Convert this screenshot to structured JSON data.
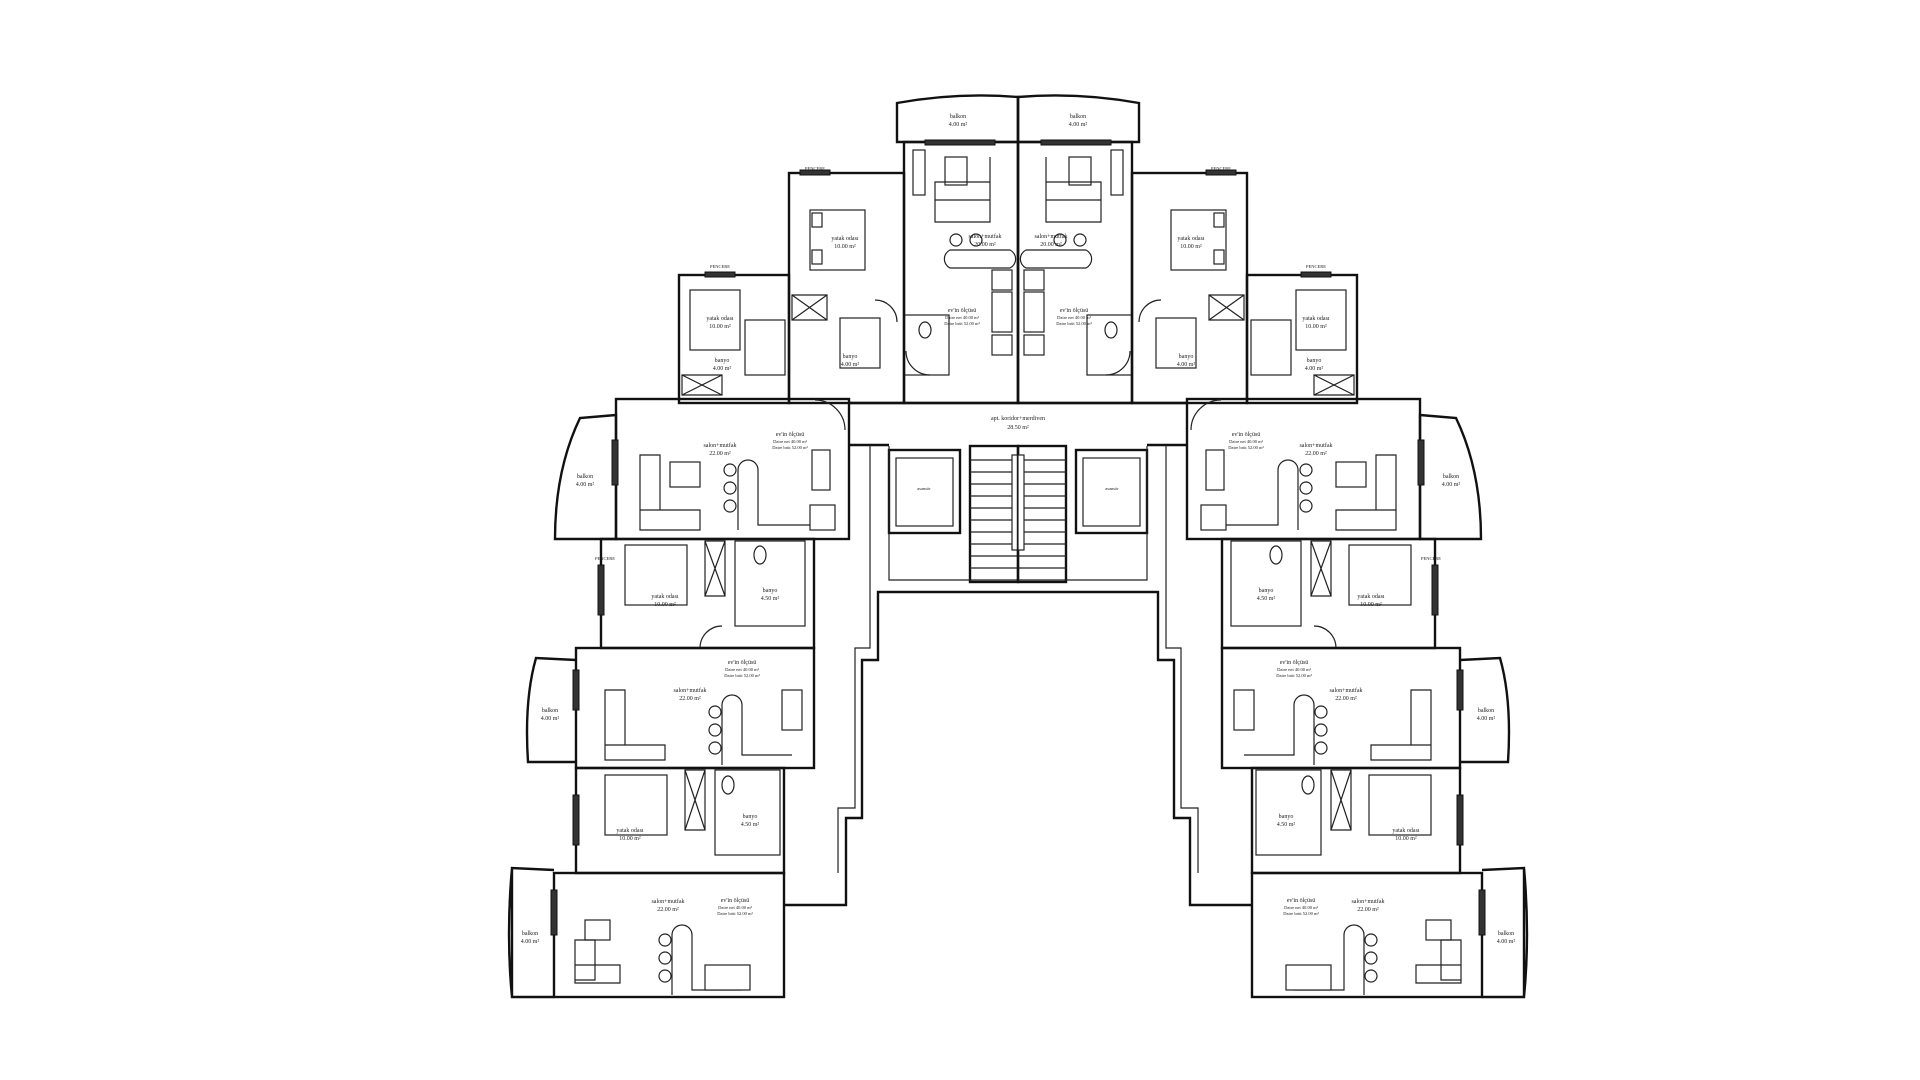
{
  "plan": {
    "line_color": "#111111",
    "background": "#ffffff",
    "window_tag": "PENCERE",
    "core": {
      "hall_label": "apt. koridor+merdiven",
      "hall_area": "28.50 m²",
      "elevator_left": "asansör",
      "elevator_right": "asansör"
    },
    "left_rooms": [
      {
        "name": "balkon",
        "area": "4.00 m²"
      },
      {
        "name": "salon+mutfak",
        "area": "20.00 m²"
      },
      {
        "name": "yatak odası",
        "area": "10.00 m²"
      },
      {
        "name": "yatak odası",
        "area": "10.00 m²"
      },
      {
        "name": "banyo",
        "area": "4.00 m²"
      },
      {
        "name": "banyo",
        "area": "4.00 m²"
      },
      {
        "name": "salon+mutfak",
        "area": "22.00 m²"
      },
      {
        "name": "balkon",
        "area": "4.00 m²"
      },
      {
        "name": "yatak odası",
        "area": "10.00 m²"
      },
      {
        "name": "banyo",
        "area": "4.50 m²"
      },
      {
        "name": "salon+mutfak",
        "area": "22.00 m²"
      },
      {
        "name": "balkon",
        "area": "4.00 m²"
      },
      {
        "name": "yatak odası",
        "area": "10.00 m²"
      },
      {
        "name": "banyo",
        "area": "4.50 m²"
      },
      {
        "name": "salon+mutfak",
        "area": "22.00 m²"
      },
      {
        "name": "balkon",
        "area": "4.00 m²"
      }
    ],
    "right_rooms": [
      {
        "name": "balkon",
        "area": "4.00 m²"
      },
      {
        "name": "salon+mutfak",
        "area": "20.00 m²"
      },
      {
        "name": "yatak odası",
        "area": "10.00 m²"
      },
      {
        "name": "yatak odası",
        "area": "10.00 m²"
      },
      {
        "name": "banyo",
        "area": "4.00 m²"
      },
      {
        "name": "banyo",
        "area": "4.00 m²"
      },
      {
        "name": "salon+mutfak",
        "area": "22.00 m²"
      },
      {
        "name": "balkon",
        "area": "4.00 m²"
      },
      {
        "name": "yatak odası",
        "area": "10.00 m²"
      },
      {
        "name": "banyo",
        "area": "4.50 m²"
      },
      {
        "name": "salon+mutfak",
        "area": "22.00 m²"
      },
      {
        "name": "balkon",
        "area": "4.00 m²"
      },
      {
        "name": "yatak odası",
        "area": "10.00 m²"
      },
      {
        "name": "banyo",
        "area": "4.50 m²"
      },
      {
        "name": "salon+mutfak",
        "area": "22.00 m²"
      },
      {
        "name": "balkon",
        "area": "4.00 m²"
      }
    ],
    "unit_summary": {
      "title": "ev'in ölçüsü",
      "net": "Daire net 40.00 m²",
      "gross": "Daire brüt 52.00 m²"
    }
  }
}
